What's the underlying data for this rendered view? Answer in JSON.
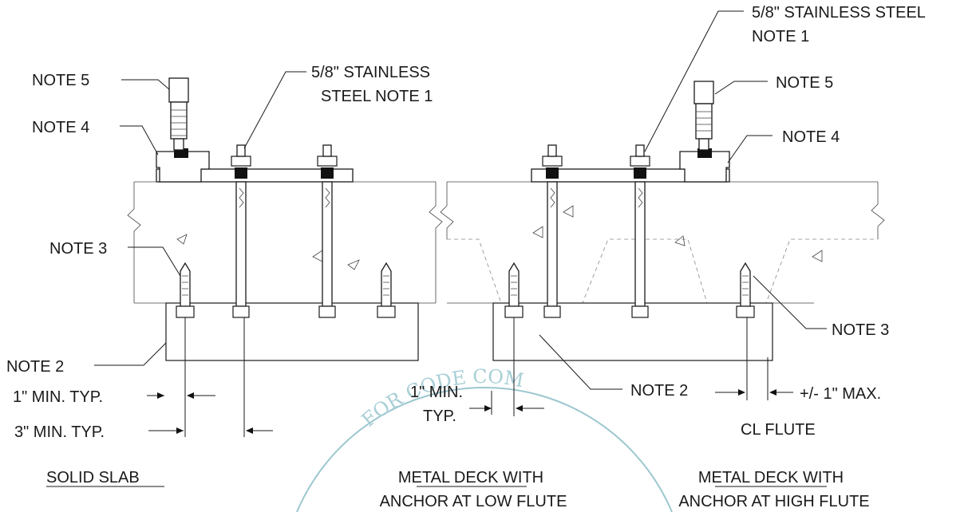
{
  "callouts": {
    "left_note5": "NOTE 5",
    "left_note4": "NOTE 4",
    "left_note3": "NOTE 3",
    "left_note2": "NOTE 2",
    "left_rod_line1": "5/8\" STAINLESS",
    "left_rod_line2": "STEEL NOTE 1",
    "right_rod_line1": "5/8\" STAINLESS STEEL",
    "right_rod_line2": "NOTE 1",
    "right_note5": "NOTE 5",
    "right_note4": "NOTE 4",
    "right_note3": "NOTE 3",
    "right_note2": "NOTE 2"
  },
  "dimensions": {
    "left_min_1": "1\" MIN. TYP.",
    "left_min_3": "3\" MIN. TYP.",
    "mid_min_line1": "1\" MIN.",
    "mid_min_line2": "TYP.",
    "right_max": "+/- 1\" MAX.",
    "right_flute": "CL FLUTE"
  },
  "titles": {
    "solid_slab": "SOLID SLAB",
    "low_flute_line1": "METAL DECK WITH",
    "low_flute_line2": "ANCHOR AT LOW FLUTE",
    "high_flute_line1": "METAL DECK WITH",
    "high_flute_line2": "ANCHOR AT HIGH FLUTE"
  },
  "watermark": {
    "text_top": "FOR CODE COM",
    "color": "#9cc7cf"
  }
}
